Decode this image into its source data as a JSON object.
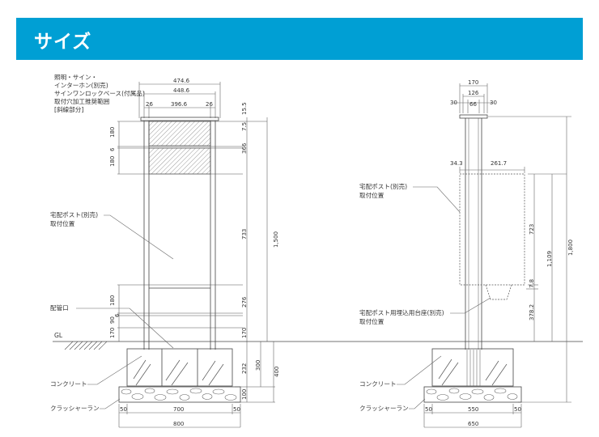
{
  "header": {
    "title": "サイズ"
  },
  "front_view": {
    "labels": {
      "lighting": [
        "照明・サイン・",
        "インターホン(別売)",
        "サインワンロックベース(付属品)",
        "取付穴加工推奨範囲",
        "[斜線部分]"
      ],
      "mailbox": [
        "宅配ポスト(別売)",
        "取付位置"
      ],
      "pipe": "配管口",
      "gl": "GL",
      "concrete": "コンクリート",
      "crusher": "クラッシャーラン"
    },
    "dims_top": {
      "total": "474.6",
      "inner": "448.6",
      "left": "26",
      "center": "396.6",
      "right": "26"
    },
    "dims_left": [
      "180",
      "6",
      "180",
      "180",
      "90",
      "6",
      "170"
    ],
    "dims_right": [
      "15.5",
      "7.5",
      "366",
      "733",
      "276",
      "170",
      "232",
      "100"
    ],
    "dims_far": [
      "1,500",
      "300",
      "400"
    ],
    "dims_bottom": {
      "left": "50",
      "mid": "700",
      "right": "50",
      "total": "800"
    }
  },
  "side_view": {
    "labels": {
      "mailbox": [
        "宅配ポスト(別売)",
        "取付位置"
      ],
      "base": [
        "宅配ポスト用埋込用台座(別売)",
        "取付位置"
      ],
      "concrete": "コンクリート",
      "crusher": "クラッシャーラン"
    },
    "dims_top": {
      "total": "170",
      "inner": "126",
      "left": "30",
      "center": "66",
      "right": "30"
    },
    "dims_mid": {
      "left": "34.3",
      "right": "261.7"
    },
    "dims_right": [
      "723",
      "7.8",
      "378.2",
      "1,109",
      "1,800"
    ],
    "dims_bottom": {
      "left": "50",
      "mid": "550",
      "right": "50",
      "total": "650"
    }
  }
}
